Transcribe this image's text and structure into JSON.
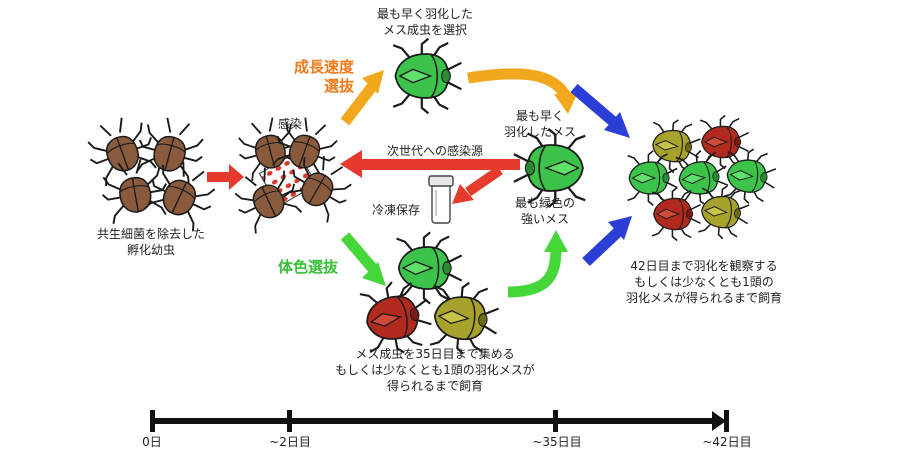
{
  "labels": {
    "start_caption": "共生細菌を除去した\n孵化幼虫",
    "infect": "感染",
    "next_gen": "次世代への感染源",
    "frozen": "冷凍保存",
    "select_top": "最も早く羽化した\nメス成虫を選択",
    "growth_select": "成長速度\n選抜",
    "color_select": "体色選抜",
    "fastest_female": "最も早く\n羽化したメス",
    "greenest_female": "最も緑色の\n強いメス",
    "right_caption": "42日目まで羽化を観察する\nもしくは少なくとも1頭の\n羽化メスが得られるまで飼育",
    "bottom_caption": "メス成虫を35日目まで集める\nもしくは少なくとも1頭の羽化メスが\n得られるまで飼育"
  },
  "timeline": {
    "ticks": [
      "0日",
      "~2日目",
      "~35日目",
      "~42日目"
    ]
  },
  "colors": {
    "green_bug": "#3cc44a",
    "brown_bug": "#8a5a3c",
    "red_bug": "#b22a1e",
    "olive_bug": "#a7a22c",
    "arrow_red": "#e53a2c",
    "arrow_orange": "#f2a81c",
    "arrow_green": "#45d63a",
    "arrow_blue": "#2b3fd6"
  }
}
